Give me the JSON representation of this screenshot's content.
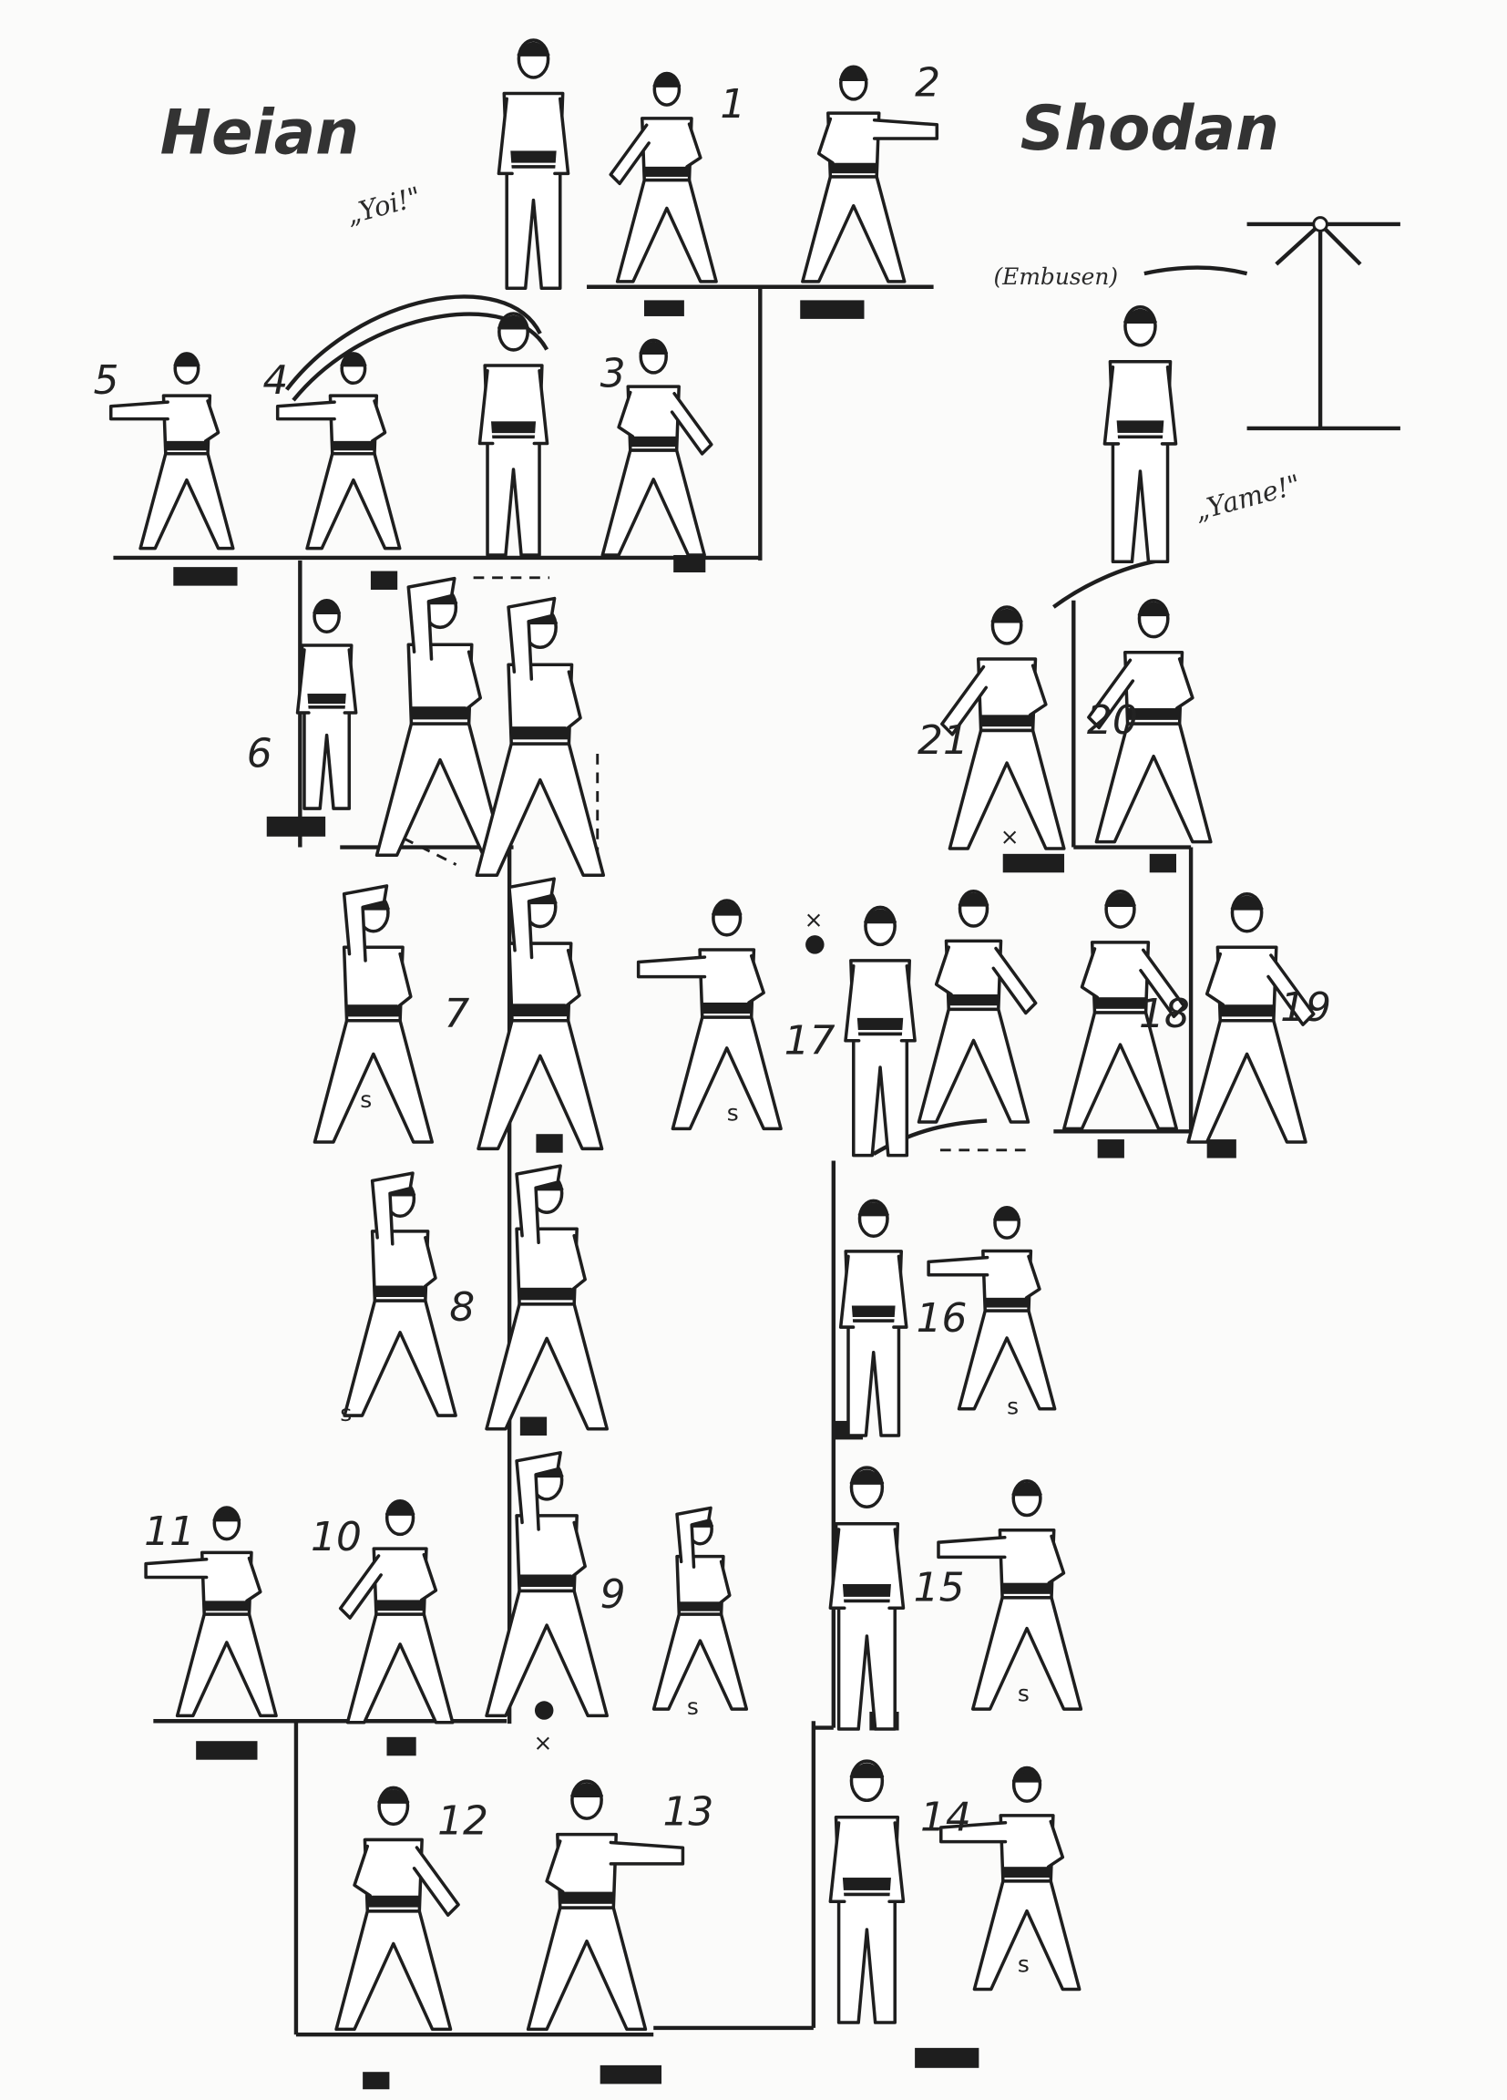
{
  "title": {
    "left": "Heian",
    "right": "Shodan"
  },
  "commands": {
    "start": "„Yoi!\"",
    "end": "„Yame!\""
  },
  "embusen_label": "(Embusen)",
  "step_numbers": [
    "1",
    "2",
    "3",
    "4",
    "5",
    "6",
    "7",
    "8",
    "9",
    "10",
    "11",
    "12",
    "13",
    "14",
    "15",
    "16",
    "17",
    "18",
    "19",
    "20",
    "21"
  ],
  "stance_marker": "s",
  "kiai_marker": "×",
  "colors": {
    "ink": "#1e1e1e",
    "paper": "#fbfbfa"
  }
}
